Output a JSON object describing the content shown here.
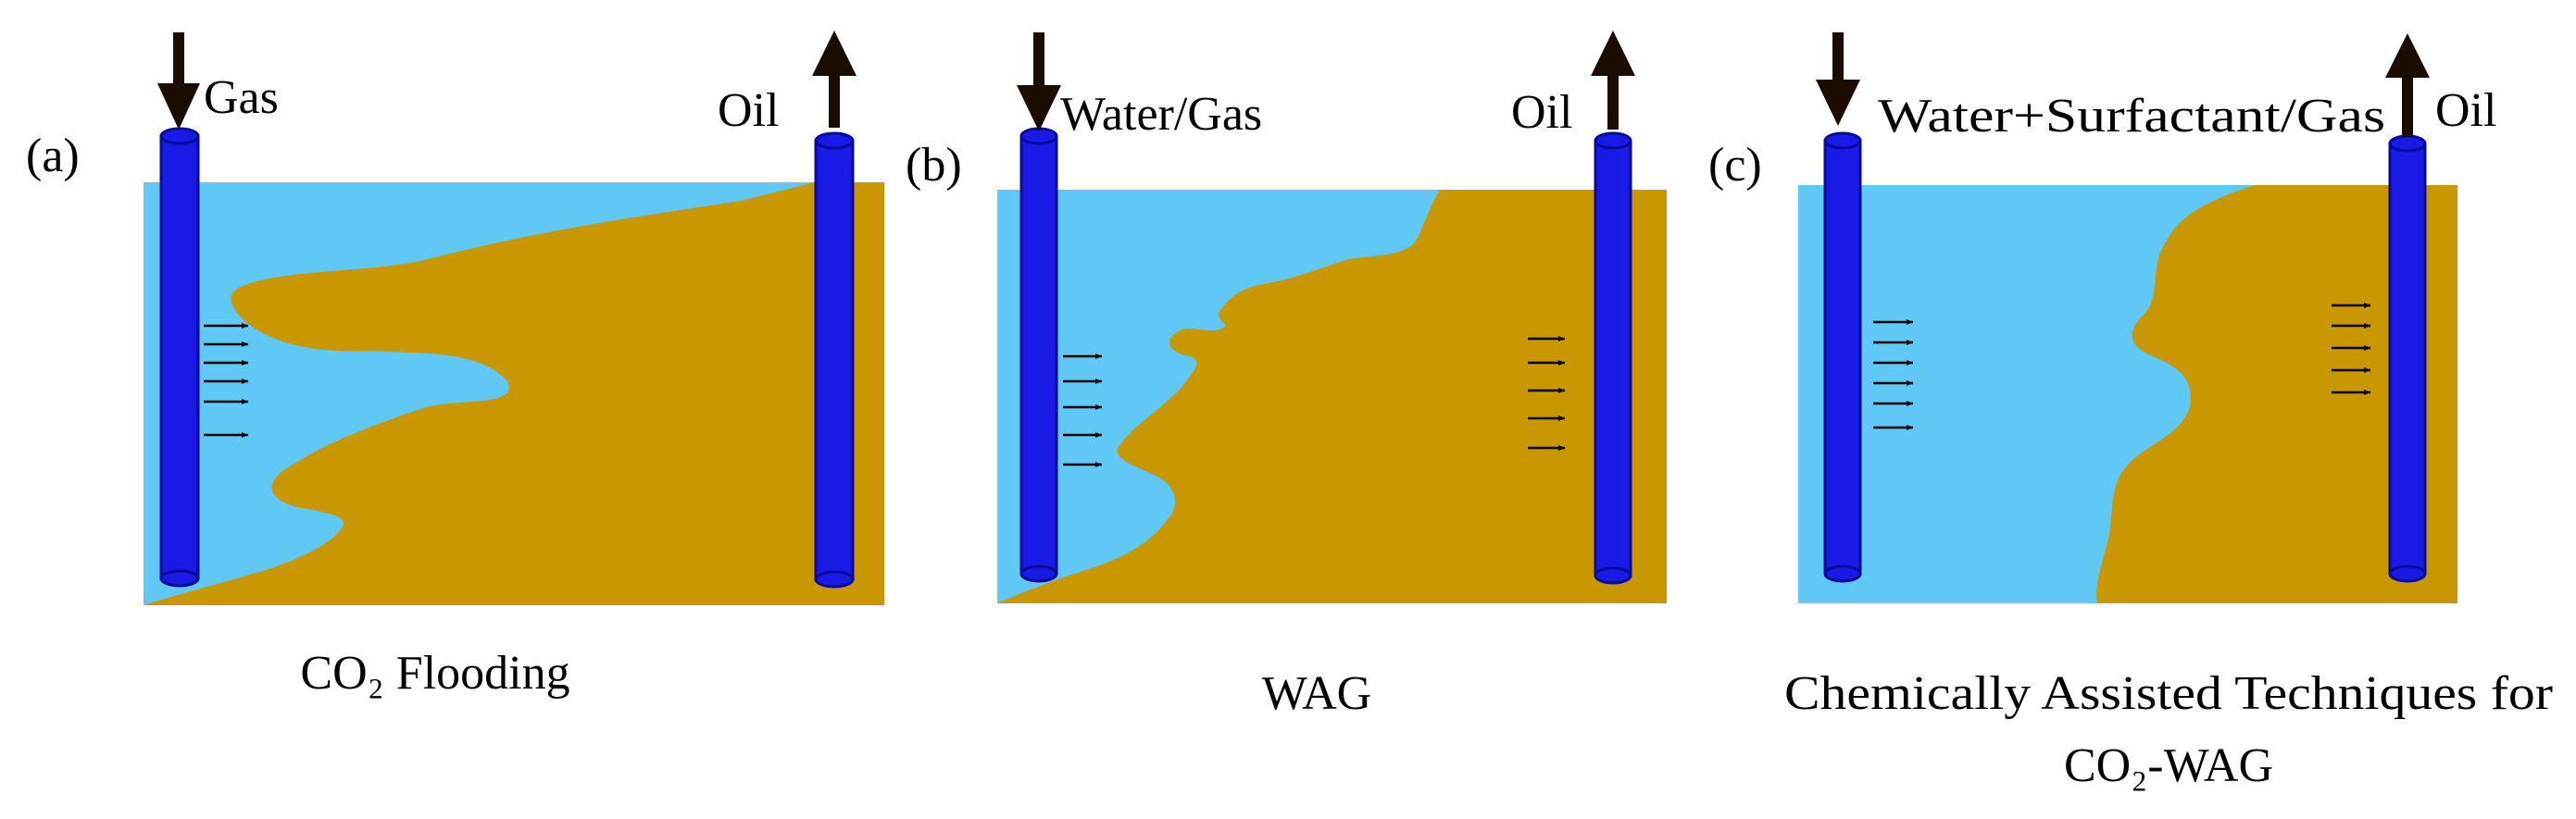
{
  "panels": [
    {
      "letter": "(a)",
      "injection_label": "Gas",
      "production_label": "Oil",
      "caption_lines": [
        "CO₂ Flooding"
      ]
    },
    {
      "letter": "(b)",
      "injection_label": "Water/Gas",
      "production_label": "Oil",
      "caption_lines": [
        "WAG"
      ]
    },
    {
      "letter": "(c)",
      "injection_label": "Water+Surfactant/Gas",
      "production_label": "Oil",
      "caption_lines": [
        "Chemically Assisted Techniques for",
        "CO₂-WAG"
      ]
    }
  ],
  "colors": {
    "displacing_fluid": "#5fc8f5",
    "oil_zone": "#c99700",
    "well": "#1a1ae6",
    "well_dark": "#0a0a9a",
    "arrow": "#1a0d00"
  },
  "icons": [
    "down-arrow-icon",
    "up-arrow-icon",
    "flow-arrow-icon"
  ]
}
